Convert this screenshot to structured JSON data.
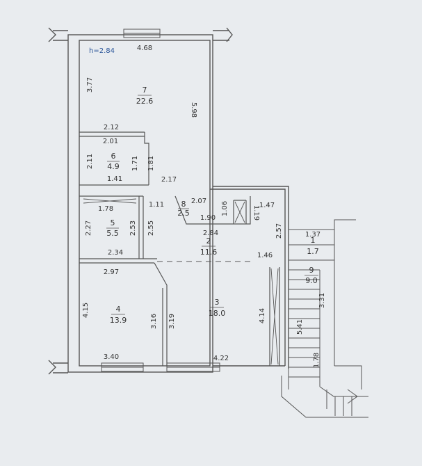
{
  "height_label": "h=2.84",
  "rooms": [
    {
      "number": "7",
      "area": "22.6"
    },
    {
      "number": "6",
      "area": "4.9"
    },
    {
      "number": "5",
      "area": "5.5"
    },
    {
      "number": "8",
      "area": "2.5"
    },
    {
      "number": "2",
      "area": "11.6"
    },
    {
      "number": "4",
      "area": "13.9"
    },
    {
      "number": "3",
      "area": "18.0"
    },
    {
      "number": "1",
      "area": "1.7"
    },
    {
      "number": "9",
      "area": "9.0"
    }
  ],
  "dimensions": [
    "4.68",
    "3.77",
    "5.98",
    "2.12",
    "2.01",
    "2.11",
    "1.71",
    "1.81",
    "1.41",
    "2.17",
    "1.11",
    "2.07",
    "1.06",
    "1.47",
    "1.90",
    "1.19",
    "1.78",
    "2.27",
    "2.53",
    "2.55",
    "2.84",
    "2.57",
    "2.34",
    "1.37",
    "1.46",
    "2.97",
    "4.15",
    "3.16",
    "3.19",
    "4.14",
    "3.31",
    "5.41",
    "1.78",
    "3.40",
    "4.22"
  ]
}
